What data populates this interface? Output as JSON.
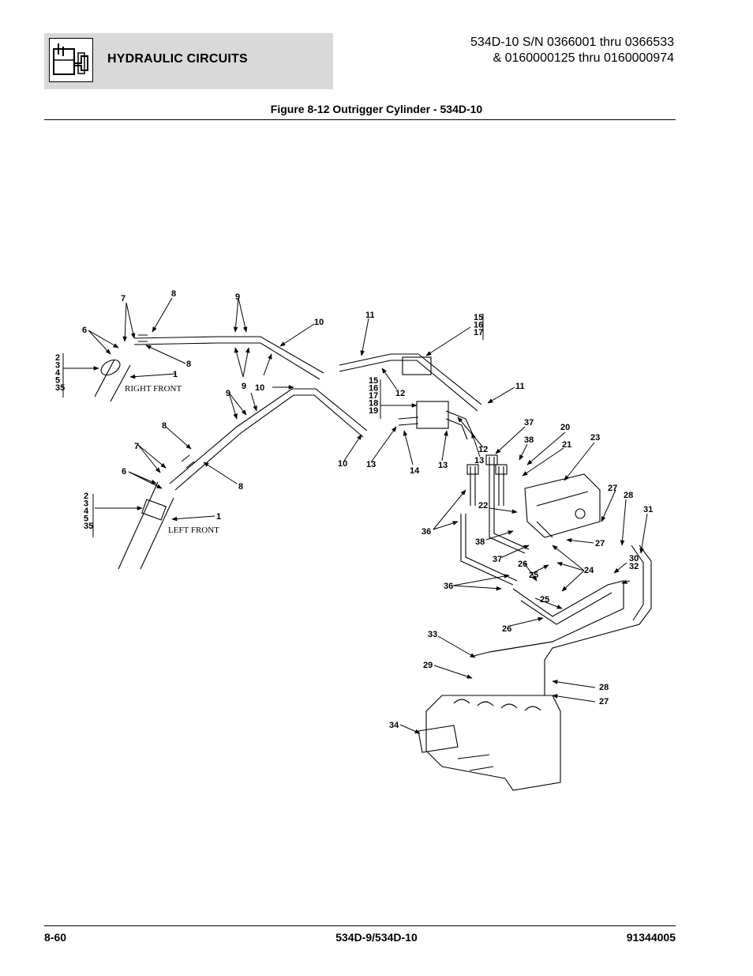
{
  "header": {
    "section_title": "HYDRAULIC CIRCUITS",
    "model_line1": "534D-10 S/N 0366001 thru 0366533",
    "model_line2": "& 0160000125 thru 0160000974",
    "icon": "hydraulic-tank-valve-icon"
  },
  "figure": {
    "title": "Figure 8-12 Outrigger Cylinder - 534D-10"
  },
  "diagram": {
    "view_labels": {
      "right_front": "RIGHT FRONT",
      "left_front": "LEFT FRONT"
    },
    "callouts": {
      "c1a": "1",
      "c1b": "1",
      "c6a": "6",
      "c6b": "6",
      "c7a": "7",
      "c7b": "7",
      "c8a": "8",
      "c8b": "8",
      "c8c": "8",
      "c8d": "8",
      "c9a": "9",
      "c9b": "9",
      "c9c": "9",
      "c10a": "10",
      "c10b": "10",
      "c10c": "10",
      "c11a": "11",
      "c11b": "11",
      "c12a": "12",
      "c12b": "12",
      "c13a": "13",
      "c13b": "13",
      "c14": "14",
      "c20": "20",
      "c21": "21",
      "c22": "22",
      "c23": "23",
      "c24": "24",
      "c25a": "25",
      "c25b": "25",
      "c26a": "26",
      "c26b": "26",
      "c27a": "27",
      "c27b": "27",
      "c27c": "27",
      "c28a": "28",
      "c28b": "28",
      "c29": "29",
      "c30": "30",
      "c31": "31",
      "c32": "32",
      "c33": "33",
      "c34": "34",
      "c36a": "36",
      "c36b": "36",
      "c37a": "37",
      "c37b": "37",
      "c38a": "38",
      "c38b": "38"
    },
    "stacks": {
      "s15a": [
        "15",
        "16",
        "17"
      ],
      "s15b": [
        "15",
        "16",
        "17",
        "18",
        "19"
      ],
      "s2a": [
        "2",
        "3",
        "4",
        "5",
        "35"
      ],
      "s2b": [
        "2",
        "3",
        "4",
        "5",
        "35"
      ]
    }
  },
  "footer": {
    "page_number": "8-60",
    "model": "534D-9/534D-10",
    "doc_number": "91344005"
  }
}
